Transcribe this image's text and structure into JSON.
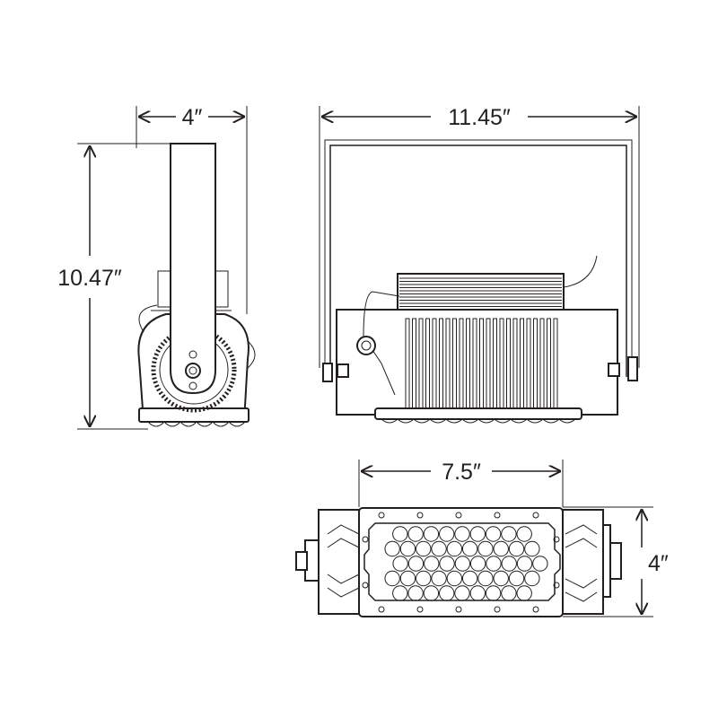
{
  "dimensions": {
    "side_width": "4″",
    "side_height": "10.47″",
    "front_width": "11.45″",
    "bottom_length": "7.5″",
    "bottom_width": "4″"
  },
  "led_rows": [
    9,
    10,
    10,
    10,
    9
  ],
  "colors": {
    "line": "#231f20",
    "background": "#ffffff"
  }
}
